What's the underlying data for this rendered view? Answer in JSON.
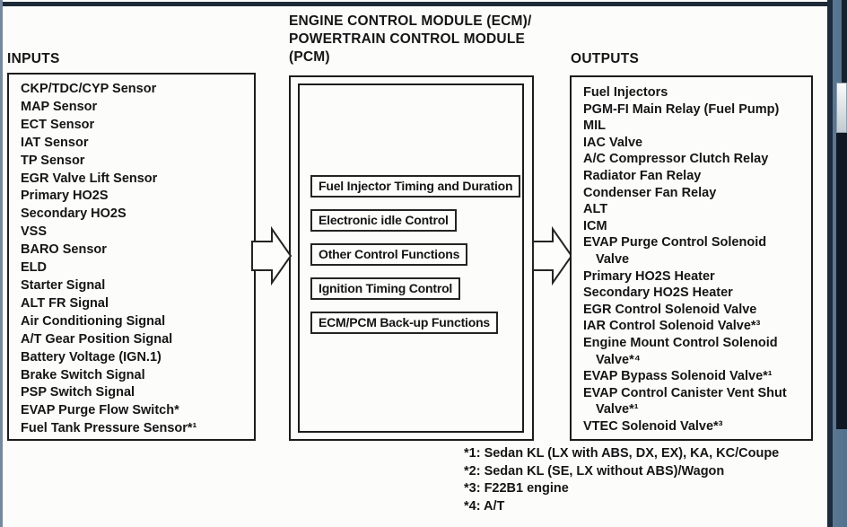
{
  "diagram": {
    "inputs": {
      "title": "INPUTS",
      "items": [
        "CKP/TDC/CYP Sensor",
        "MAP Sensor",
        "ECT Sensor",
        "IAT Sensor",
        "TP Sensor",
        "EGR Valve Lift Sensor",
        "Primary HO2S",
        "Secondary HO2S",
        "VSS",
        "BARO Sensor",
        "ELD",
        "Starter Signal",
        "ALT FR Signal",
        "Air Conditioning Signal",
        "A/T Gear Position Signal",
        "Battery Voltage (IGN.1)",
        "Brake Switch Signal",
        "PSP Switch Signal",
        "EVAP Purge Flow Switch*",
        "Fuel Tank Pressure Sensor*¹"
      ]
    },
    "ecm": {
      "title_lines": [
        "ENGINE CONTROL MODULE (ECM)/",
        "POWERTRAIN CONTROL MODULE",
        "(PCM)"
      ],
      "functions": [
        "Fuel Injector Timing and Duration",
        "Electronic idle Control",
        "Other Control Functions",
        "Ignition Timing Control",
        "ECM/PCM Back-up Functions"
      ]
    },
    "outputs": {
      "title": "OUTPUTS",
      "items": [
        "Fuel Injectors",
        "PGM-FI Main Relay (Fuel Pump)",
        "MIL",
        "IAC Valve",
        "A/C Compressor Clutch Relay",
        "Radiator Fan Relay",
        "Condenser Fan Relay",
        "ALT",
        "ICM",
        [
          "EVAP Purge Control Solenoid",
          "Valve"
        ],
        "Primary HO2S Heater",
        "Secondary HO2S Heater",
        "EGR Control Solenoid Valve",
        "IAR Control Solenoid Valve*³",
        [
          "Engine Mount Control Solenoid",
          "Valve*⁴"
        ],
        "EVAP Bypass Solenoid Valve*¹",
        [
          "EVAP Control Canister Vent Shut",
          "Valve*¹"
        ],
        "VTEC Solenoid Valve*³"
      ]
    },
    "footnotes": [
      "*1: Sedan KL (LX with ABS, DX, EX), KA, KC/Coupe",
      "*2: Sedan KL (SE, LX without ABS)/Wagon",
      "*3: F22B1 engine",
      "*4: A/T"
    ],
    "colors": {
      "ink": "#1c1c1c",
      "paper": "#fcfcfb",
      "scrollbar_steel": "#53718c",
      "scrollbar_navy": "#1d2c3c",
      "scrollbar_dark": "#0f1823",
      "thumb_light": "#dfe5e9"
    }
  }
}
